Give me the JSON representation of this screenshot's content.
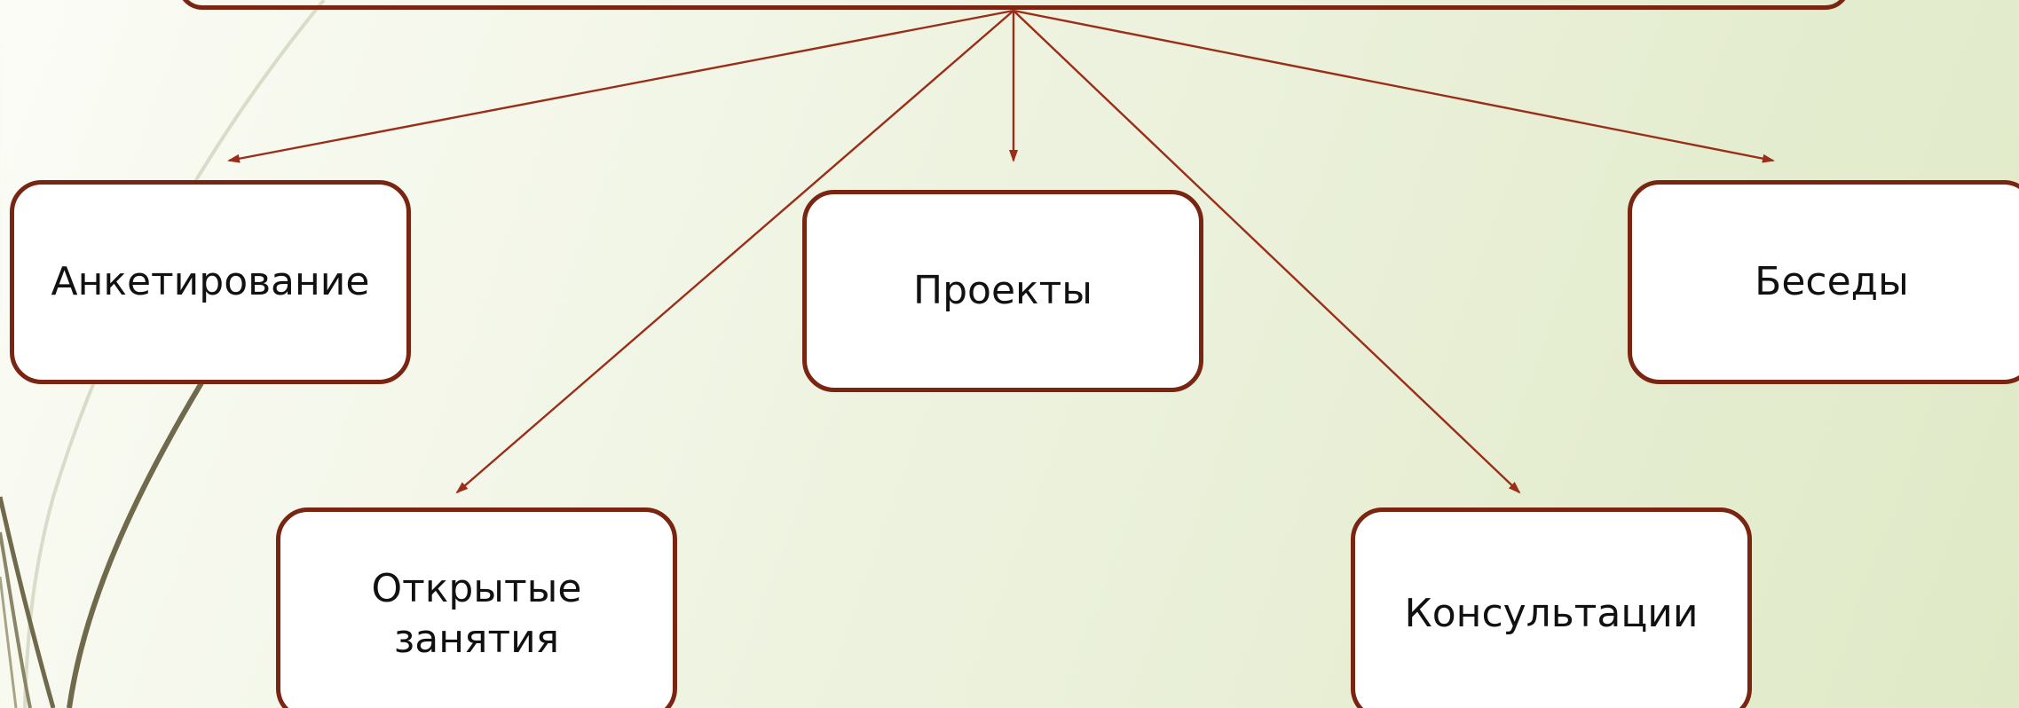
{
  "nodes": {
    "survey": "Анкетирование",
    "projects": "Проекты",
    "talks": "Беседы",
    "open_lessons_line1": "Открытые",
    "open_lessons_line2": "занятия",
    "consultations": "Консультации"
  },
  "colors": {
    "box_border": "#7a2412",
    "arrow": "#9a2e18",
    "box_fill": "#ffffff",
    "text": "#111111",
    "background_light": "#fbfcf6",
    "background_dark": "#dfe9c6",
    "decor_line_dark": "#6f6a4c",
    "decor_line_light": "#d8dcc8"
  }
}
